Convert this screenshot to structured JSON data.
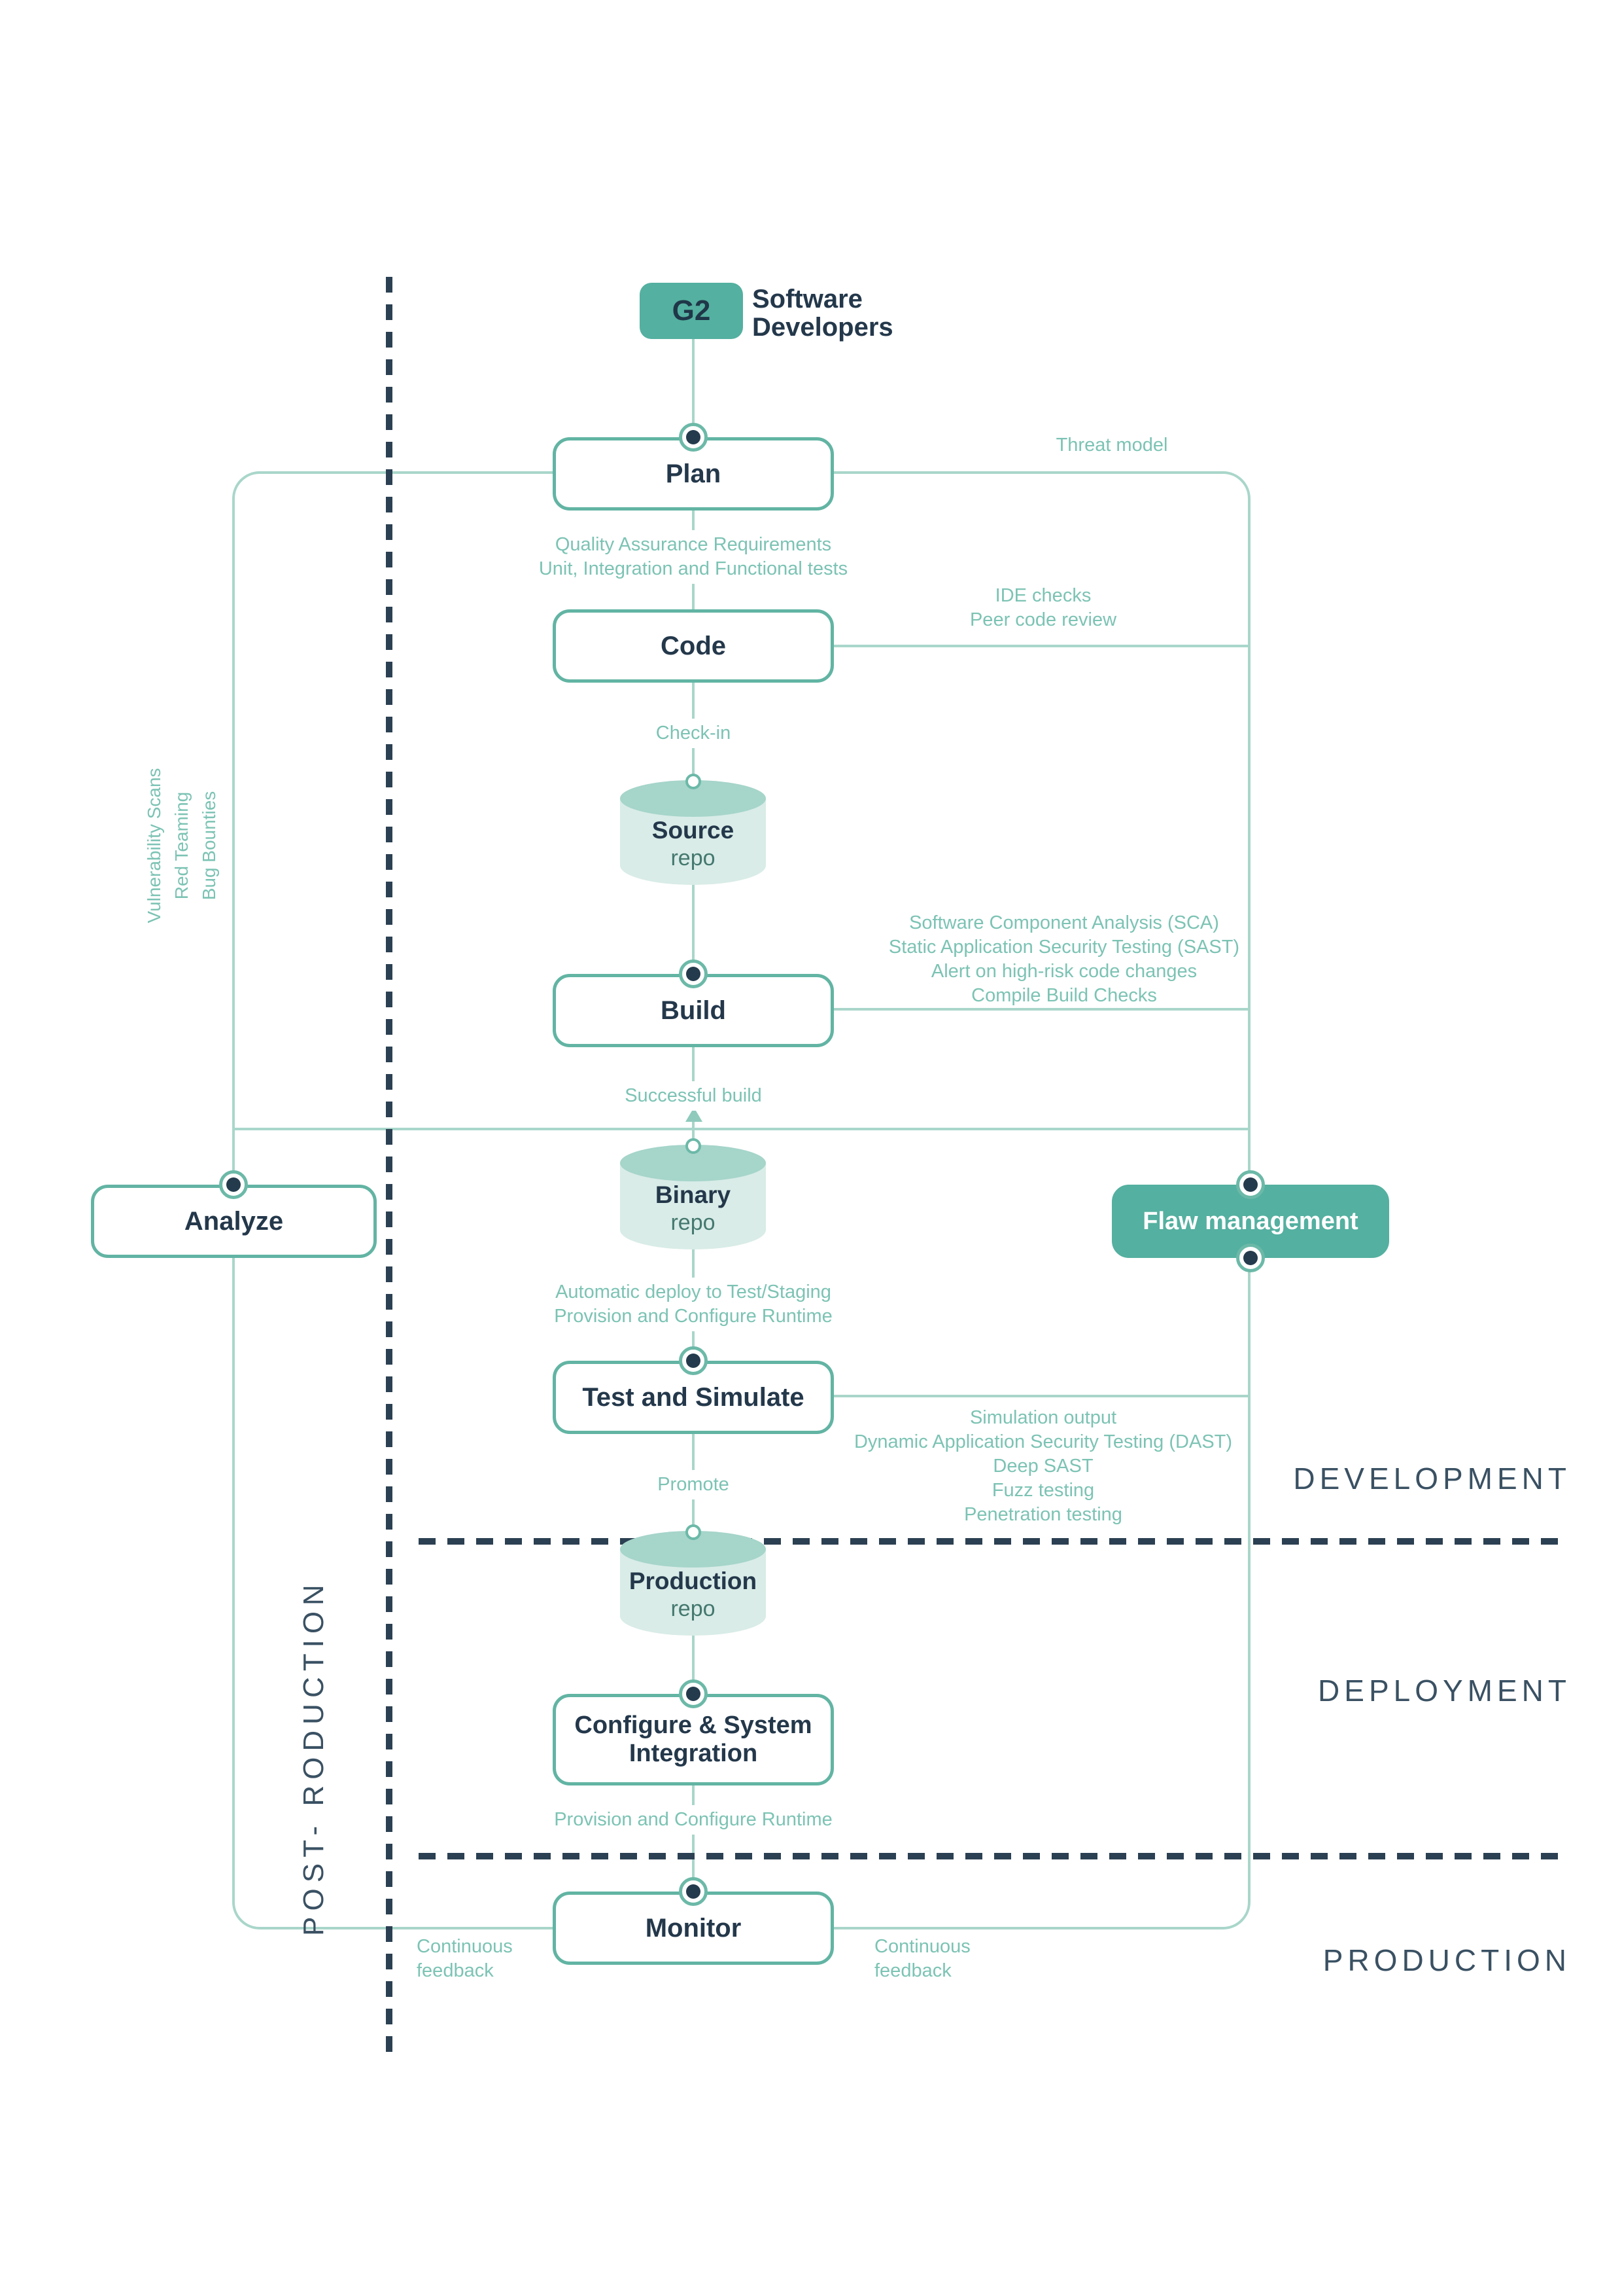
{
  "colors": {
    "accent_teal": "#54b0a0",
    "line_teal": "#a9d6ca",
    "navy": "#24384b",
    "annotation_teal": "#7cc3b4",
    "dash_navy": "#2b4052"
  },
  "actor": {
    "badge": "G2",
    "name_line1": "Software",
    "name_line2": "Developers"
  },
  "stages": {
    "plan": "Plan",
    "code": "Code",
    "build": "Build",
    "test": "Test and Simulate",
    "configure": "Configure & System Integration",
    "monitor": "Monitor",
    "analyze": "Analyze",
    "flaw": "Flaw management"
  },
  "repos": {
    "source": {
      "name": "Source",
      "type": "repo"
    },
    "binary": {
      "name": "Binary",
      "type": "repo"
    },
    "production": {
      "name": "Production",
      "type": "repo"
    }
  },
  "annotations": {
    "threat_model": "Threat model",
    "qa": [
      "Quality Assurance Requirements",
      "Unit, Integration and Functional tests"
    ],
    "ide": [
      "IDE checks",
      "Peer code review"
    ],
    "check_in": "Check-in",
    "build_checks": [
      "Software Component Analysis (SCA)",
      "Static Application Security Testing (SAST)",
      "Alert on high-risk code changes",
      "Compile Build Checks"
    ],
    "successful_build": "Successful build",
    "deploy": [
      "Automatic deploy to Test/Staging",
      "Provision and Configure Runtime"
    ],
    "test_outputs": [
      "Simulation output",
      "Dynamic Application Security Testing (DAST)",
      "Deep SAST",
      "Fuzz testing",
      "Penetration testing"
    ],
    "promote": "Promote",
    "provision": "Provision and Configure Runtime",
    "feedback_left": [
      "Continuous",
      "feedback"
    ],
    "feedback_right": [
      "Continuous",
      "feedback"
    ],
    "security_side": [
      "Vulnerability Scans",
      "Red Teaming",
      "Bug Bounties"
    ],
    "post_production": "POST- RODUCTION"
  },
  "phases": {
    "development": "DEVELOPMENT",
    "deployment": "DEPLOYMENT",
    "production": "PRODUCTION"
  }
}
